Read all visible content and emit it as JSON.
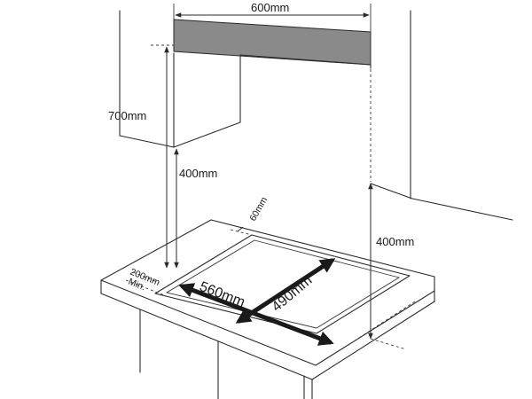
{
  "diagram": {
    "dimensions": {
      "hood_width": "600mm",
      "hood_height_from_hob": "700mm",
      "cabinet_clearance": "400mm",
      "side_wall_clearance": "400mm",
      "rear_clearance": "60mm",
      "front_clearance": "200mm",
      "front_clearance_note": "Min.",
      "cutout_width": "560mm",
      "cutout_depth": "490mm"
    },
    "colors": {
      "line": "#2a2a2a",
      "hood_fill": "#8a8a8a",
      "arrow": "#1a1a1a"
    }
  }
}
